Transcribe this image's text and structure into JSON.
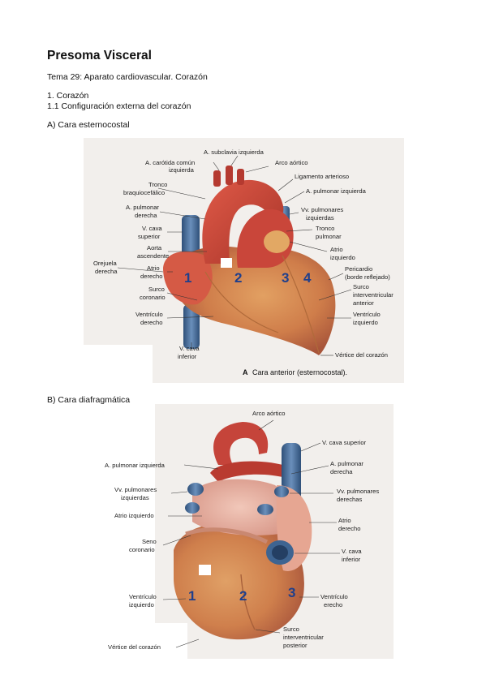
{
  "header": {
    "title": "Presoma Visceral",
    "subtitle": "Tema 29: Aparato cardiovascular. Corazón"
  },
  "outline": {
    "section": "1. Corazón",
    "subsection": "1.1 Configuración externa del corazón"
  },
  "figure_a": {
    "heading": "A)  Cara esternocostal",
    "caption_letter": "A",
    "caption_text": "Cara anterior (esternocostal).",
    "labels": {
      "subclavia": "A. subclavia izquierda",
      "carotida_1": "A. carótida común",
      "carotida_2": "izquierda",
      "arco": "Arco aórtico",
      "tronco_braq_1": "Tronco",
      "tronco_braq_2": "braquiocefálico",
      "ligamento": "Ligamento arterioso",
      "pulm_izq": "A. pulmonar izquierda",
      "pulm_der_1": "A. pulmonar",
      "pulm_der_2": "derecha",
      "vv_pulm_1": "Vv. pulmonares",
      "vv_pulm_2": "izquierdas",
      "vcava_sup_1": "V. cava",
      "vcava_sup_2": "superior",
      "tronco_pulm_1": "Tronco",
      "tronco_pulm_2": "pulmonar",
      "aorta_1": "Aorta",
      "aorta_2": "ascendente",
      "atrio_izq_1": "Atrio",
      "atrio_izq_2": "izquierdo",
      "orejuela_1": "Orejuela",
      "orejuela_2": "derecha",
      "atrio_der_1": "Atrio",
      "atrio_der_2": "derecho",
      "pericardio_1": "Pericardio",
      "pericardio_2": "(borde reflejado)",
      "surco_cor_1": "Surco",
      "surco_cor_2": "coronario",
      "surco_int_1": "Surco",
      "surco_int_2": "interventricular",
      "surco_int_3": "anterior",
      "vent_der_1": "Ventrículo",
      "vent_der_2": "derecho",
      "vent_izq_1": "Ventrículo",
      "vent_izq_2": "izquierdo",
      "vcava_inf_1": "V. cava",
      "vcava_inf_2": "inferior",
      "vertice": "Vértice del corazón"
    },
    "numbers": [
      "1",
      "2",
      "3",
      "4"
    ]
  },
  "figure_b": {
    "heading": "B)  Cara diafragmática",
    "labels": {
      "arco": "Arco aórtico",
      "vcava_sup": "V. cava superior",
      "pulm_izq": "A. pulmonar izquierda",
      "pulm_der_1": "A. pulmonar",
      "pulm_der_2": "derecha",
      "vv_izq_1": "Vv. pulmonares",
      "vv_izq_2": "izquierdas",
      "vv_der_1": "Vv. pulmonares",
      "vv_der_2": "derechas",
      "atrio_izq": "Atrio izquierdo",
      "atrio_der_1": "Atrio",
      "atrio_der_2": "derecho",
      "seno_1": "Seno",
      "seno_2": "coronario",
      "vcava_inf_1": "V. cava",
      "vcava_inf_2": "inferior",
      "vent_izq_1": "Ventrículo",
      "vent_izq_2": "izquierdo",
      "vent_der_1": "Ventrículo",
      "vent_der_2": "erecho",
      "surco_1": "Surco",
      "surco_2": "interventricular",
      "surco_3": "posterior",
      "vertice": "Vértice del corazón"
    },
    "numbers": [
      "1",
      "2",
      "3"
    ]
  },
  "colors": {
    "figure_bg": "#f2efec",
    "heart_red": "#c8473a",
    "heart_dark": "#9e2e26",
    "ventricle": "#d8874f",
    "vein_blue": "#4a6f99",
    "number_blue": "#1f3f8c"
  }
}
